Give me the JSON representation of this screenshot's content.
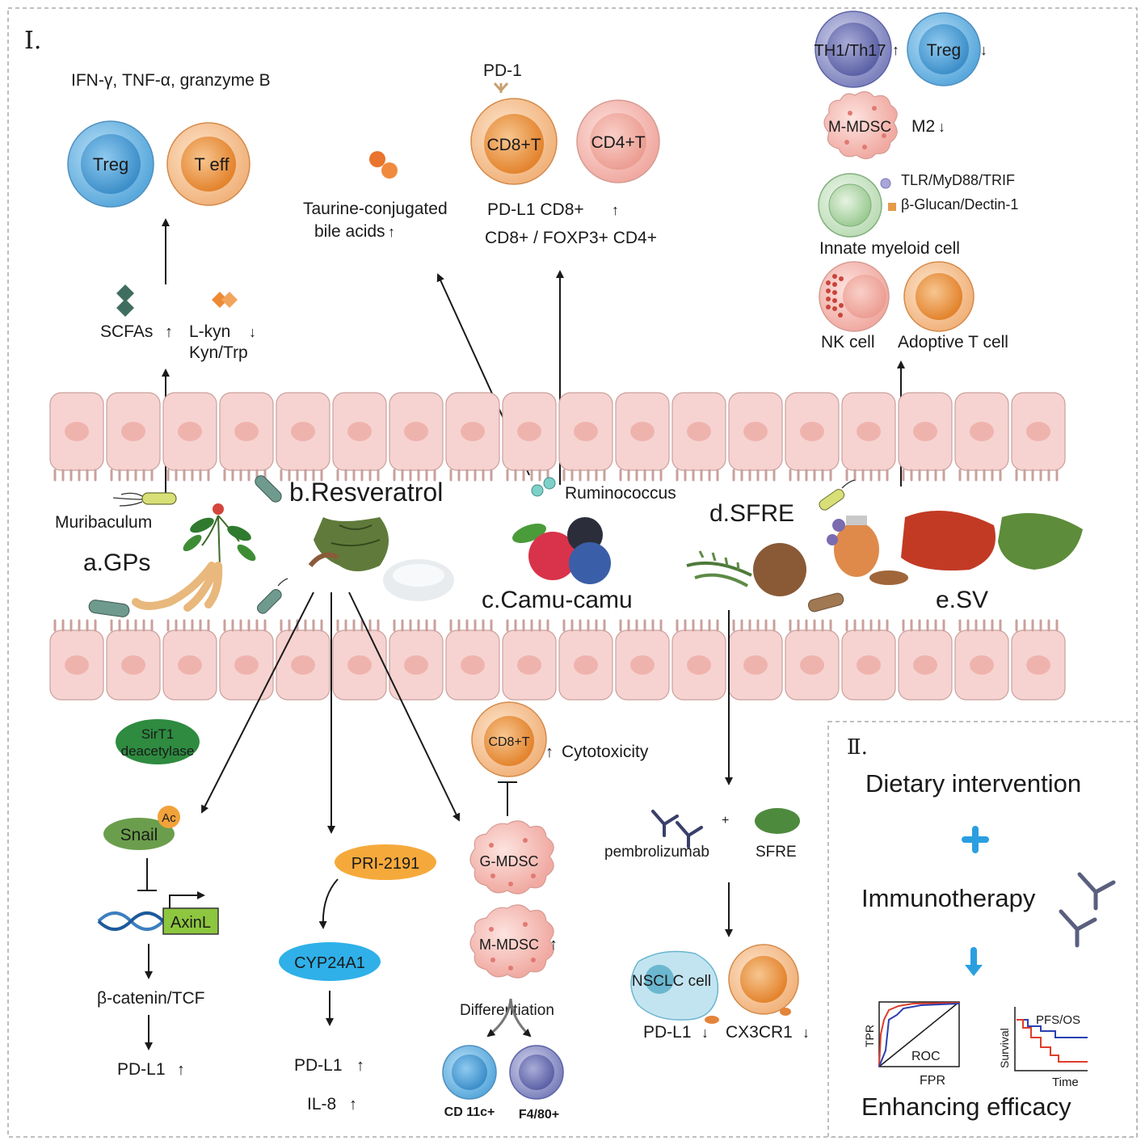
{
  "sections": {
    "one": "Ⅰ.",
    "two": "Ⅱ."
  },
  "top_left": {
    "cytokines": "IFN-γ, TNF-α, granzyme B",
    "treg": "Treg",
    "teff": "T eff",
    "scfa": "SCFAs",
    "lkyn": "L-kyn",
    "kyn_trp": "Kyn/Trp"
  },
  "top_middle": {
    "pd1": "PD-1",
    "cd8": "CD8+T",
    "cd4": "CD4+T",
    "taurine_line1": "Taurine-conjugated",
    "taurine_line2": "bile acids",
    "pdl1_cd8": "PD-L1 CD8+",
    "ratio": "CD8+ / FOXP3+ CD4+"
  },
  "top_right": {
    "th": "TH1/Th17",
    "treg": "Treg",
    "mmdsc": "M-MDSC",
    "m2": "M2",
    "tlr": "TLR/MyD88/TRIF",
    "glucan": "β-Glucan/Dectin-1",
    "innate": "Innate myeloid cell",
    "nk": "NK cell",
    "adoptive": "Adoptive T cell"
  },
  "gut": {
    "muribaculum": "Muribaculum",
    "gps": "a.GPs",
    "resveratrol": "b.Resveratrol",
    "ruminococcus": "Ruminococcus",
    "camu": "c.Camu-camu",
    "sfre": "d.SFRE",
    "sv": "e.SV"
  },
  "bottom_left": {
    "sirt1_line1": "SirT1",
    "sirt1_line2": "deacetylase",
    "snail": "Snail",
    "ac": "Ac",
    "axinl": "AxinL",
    "catenin": "β-catenin/TCF",
    "pdl1": "PD-L1"
  },
  "bottom_mid": {
    "pri": "PRI-2191",
    "cyp": "CYP24A1",
    "pdl1": "PD-L1",
    "il8": "IL-8"
  },
  "mdsc": {
    "cd8": "CD8+T",
    "cytotoxicity": "Cytotoxicity",
    "gmdsc": "G-MDSC",
    "mmdsc": "M-MDSC",
    "differentiation": "Differentiation",
    "cd11c": "CD 11c+",
    "f480": "F4/80+"
  },
  "sfre_path": {
    "plus": "+",
    "pembrolizumab": "pembrolizumab",
    "sfre": "SFRE",
    "nsclc": "NSCLC cell",
    "pdl1": "PD-L1",
    "cx3cr1": "CX3CR1"
  },
  "box2": {
    "dietary": "Dietary intervention",
    "immunotherapy": "Immunotherapy",
    "tpr": "TPR",
    "roc": "ROC",
    "fpr": "FPR",
    "survival": "Survival",
    "pfsos": "PFS/OS",
    "time": "Time",
    "enhancing": "Enhancing efficacy"
  },
  "colors": {
    "epithelium": "#f6d3d0",
    "epithelium_stroke": "#caa09c",
    "nucleus": "#efb3ae",
    "treg_blue": "#6ab2e0",
    "teff_orange": "#f2a35b",
    "mdsc_pink": "#f3b3ae",
    "th_purple": "#8a8fc6",
    "sirt_green": "#2e8b40",
    "snail_green": "#6b9e4c",
    "pri_orange": "#f6a93b",
    "cyp_blue": "#2fb0e8",
    "plus_blue": "#2a9fe0"
  }
}
